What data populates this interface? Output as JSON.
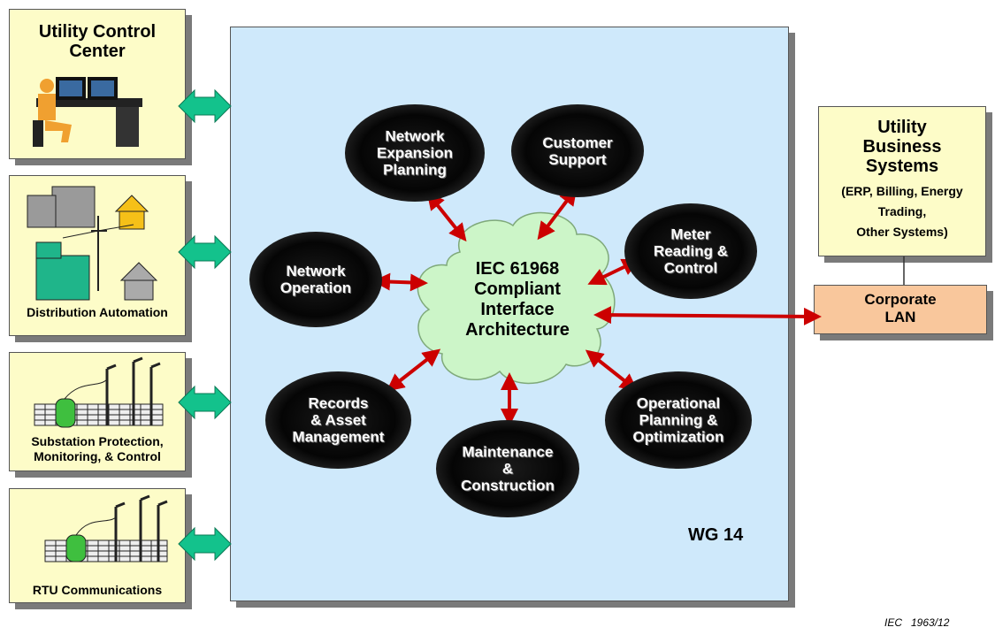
{
  "left_boxes": [
    {
      "label": "Utility Control Center"
    },
    {
      "label": "Distribution Automation"
    },
    {
      "label": "Substation Protection, Monitoring, & Control"
    },
    {
      "label": "RTU Communications"
    }
  ],
  "center": {
    "line1": "IEC 61968",
    "line2": "Compliant",
    "line3": "Interface",
    "line4": "Architecture"
  },
  "nodes": {
    "network_expansion": {
      "l1": "Network",
      "l2": "Expansion",
      "l3": "Planning"
    },
    "customer_support": {
      "l1": "Customer",
      "l2": "Support"
    },
    "meter_reading": {
      "l1": "Meter",
      "l2": "Reading &",
      "l3": "Control"
    },
    "network_operation": {
      "l1": "Network",
      "l2": "Operation"
    },
    "records_asset": {
      "l1": "Records",
      "l2": "& Asset",
      "l3": "Management"
    },
    "maintenance": {
      "l1": "Maintenance",
      "l2": "&",
      "l3": "Construction"
    },
    "operational_planning": {
      "l1": "Operational",
      "l2": "Planning &",
      "l3": "Optimization"
    }
  },
  "business": {
    "l1": "Utility",
    "l2": "Business",
    "l3": "Systems",
    "l4": "(ERP, Billing, Energy",
    "l5": "Trading,",
    "l6": "Other Systems)"
  },
  "lan": {
    "l1": "Corporate",
    "l2": "LAN"
  },
  "wg": "WG 14",
  "figure_id": "IEC   1963/12",
  "colors": {
    "main_bg": "#cfe9fb",
    "side_bg": "#fdfcc8",
    "lan_bg": "#f9c79c",
    "arrow_red": "#cc0000",
    "arrow_teal": "#13c28c",
    "cloud": "#ccf5c8"
  }
}
